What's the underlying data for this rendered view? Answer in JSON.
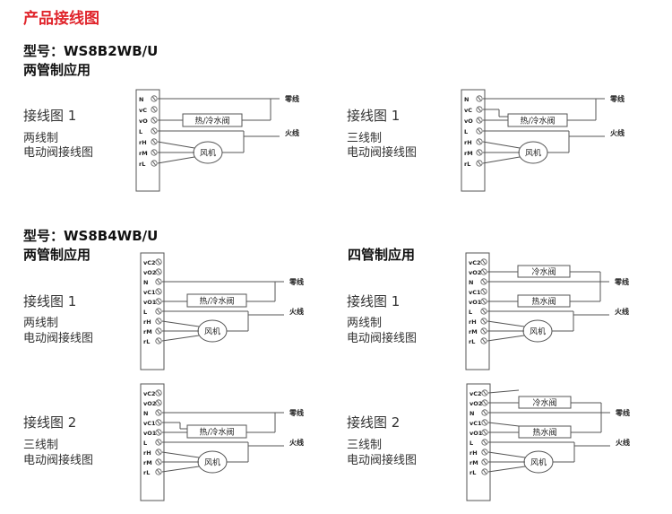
{
  "page_title": "产品接线图",
  "model_1": "型号：WS8B2WB/U",
  "model_2": "型号：WS8B4WB/U",
  "section_two_pipe": "两管制应用",
  "section_four_pipe": "四管制应用",
  "labels": {
    "diagram_1": "接线图 1",
    "diagram_2": "接线图 2",
    "two_wire": "两线制",
    "three_wire": "三线制",
    "valve_wiring": "电动阀接线图"
  },
  "wiring": {
    "neutral": "零线",
    "live": "火线",
    "hot_cold_valve": "热/冷水阀",
    "cold_valve": "冷水阀",
    "hot_valve": "热水阀",
    "fan": "风机",
    "terminals_a": [
      "N",
      "vC",
      "vO",
      "L",
      "rH",
      "rM",
      "rL"
    ],
    "terminals_b": [
      "vC2",
      "vO2",
      "N",
      "vC1",
      "vO1",
      "L",
      "rH",
      "rM",
      "rL"
    ]
  }
}
